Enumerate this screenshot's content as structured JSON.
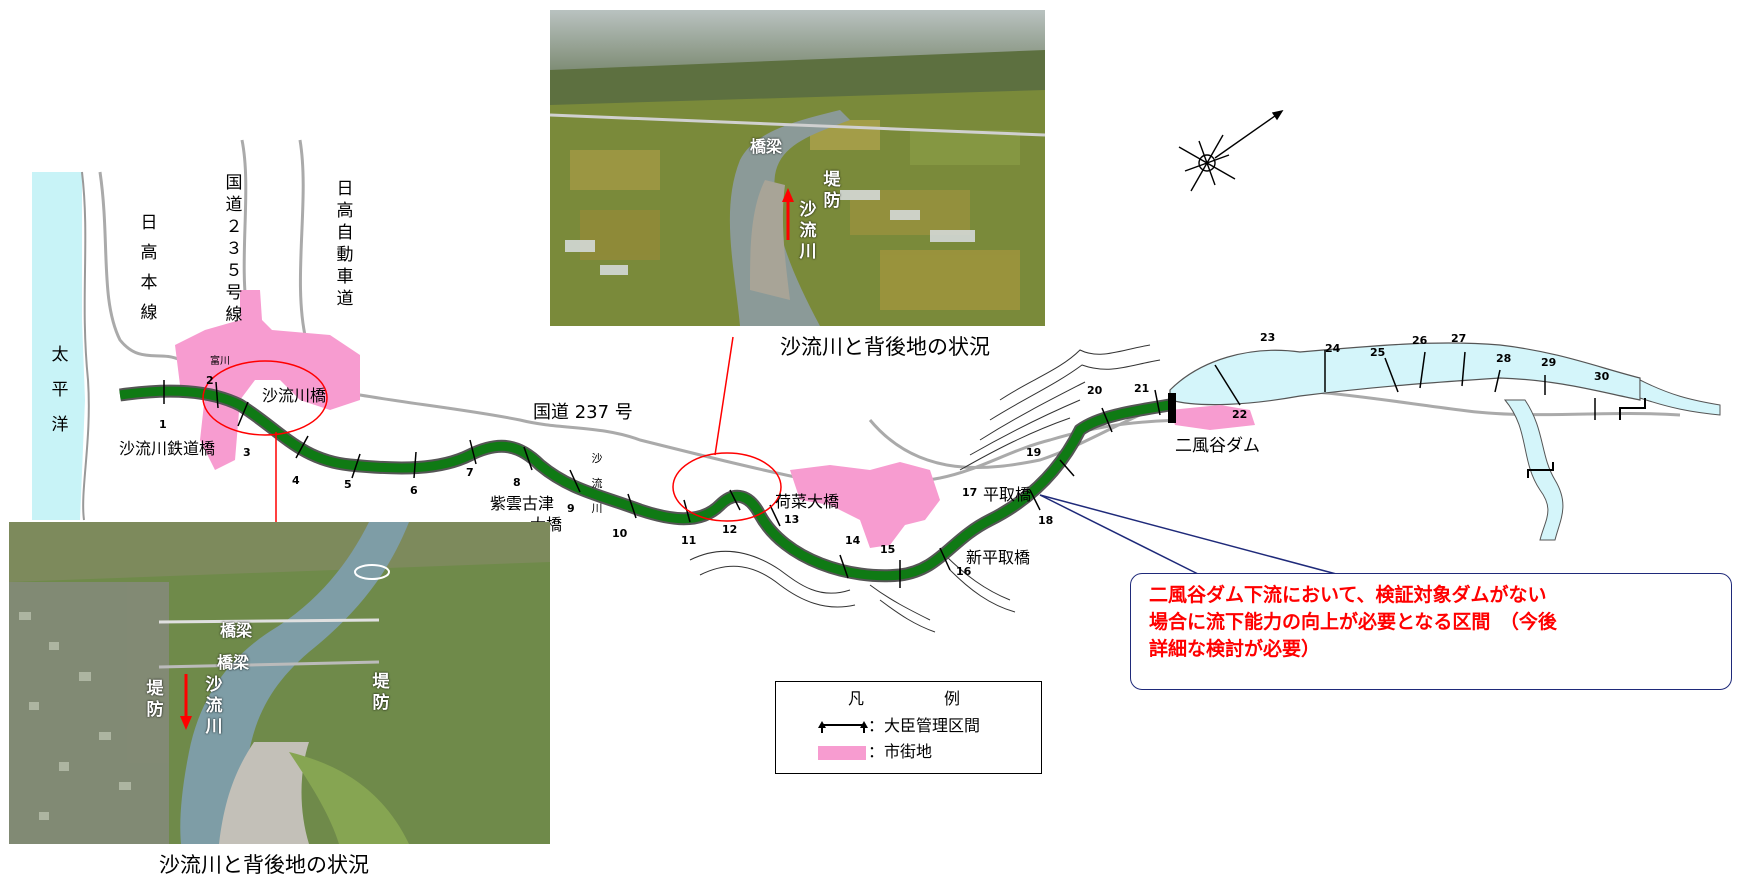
{
  "places": {
    "pacific_ocean": "太平洋",
    "hidaka_line": "日高本線",
    "route235": "国道２３５号線",
    "expressway": "日高自動車道",
    "tomikawa": "富川",
    "saru_bridge": "沙流川橋",
    "saru_railway_bridge": "沙流川鉄道橋",
    "route237": "国道 237 号",
    "saru_river": "沙流川",
    "nioi_bridge": "荷菜大橋",
    "shiunkotsu": "紫雲古津",
    "shiunkotsu_2": "大橋",
    "biratori_bridge": "平取橋",
    "new_biratori_bridge": "新平取橋",
    "nibutani_dam": "二風谷ダム"
  },
  "sections": [
    "1",
    "2",
    "3",
    "4",
    "5",
    "6",
    "7",
    "8",
    "9",
    "10",
    "11",
    "12",
    "13",
    "14",
    "15",
    "16",
    "17",
    "18",
    "19",
    "20",
    "21",
    "22",
    "23",
    "24",
    "25",
    "26",
    "27",
    "28",
    "29",
    "30"
  ],
  "photo_top": {
    "bridge": "橋梁",
    "river": "沙流川",
    "levee": "堤防",
    "caption": "沙流川と背後地の状況"
  },
  "photo_bottom": {
    "bridge1": "橋梁",
    "bridge2": "橋梁",
    "river": "沙流川",
    "levee_left": "堤防",
    "levee_right": "堤防",
    "caption": "沙流川と背後地の状況"
  },
  "legend": {
    "title_1": "凡",
    "title_2": "例",
    "item1": "：大臣管理区間",
    "item2": "：市街地"
  },
  "callout": {
    "line1": "二風谷ダム下流において、検証対象ダムがない",
    "line2": "場合に流下能力の向上が必要となる区間　（今後",
    "line3": "詳細な検討が必要）"
  },
  "colors": {
    "sea": "#c8f3f7",
    "river_upstream": "#d4f5fa",
    "managed_section": "#0f7a14",
    "urban_area": "#f79cd0",
    "annotation_red": "#ff0000",
    "callout_border": "#1f2a7a"
  },
  "icons": [
    "compass-rose-icon",
    "managed-section-bracket-icon"
  ]
}
